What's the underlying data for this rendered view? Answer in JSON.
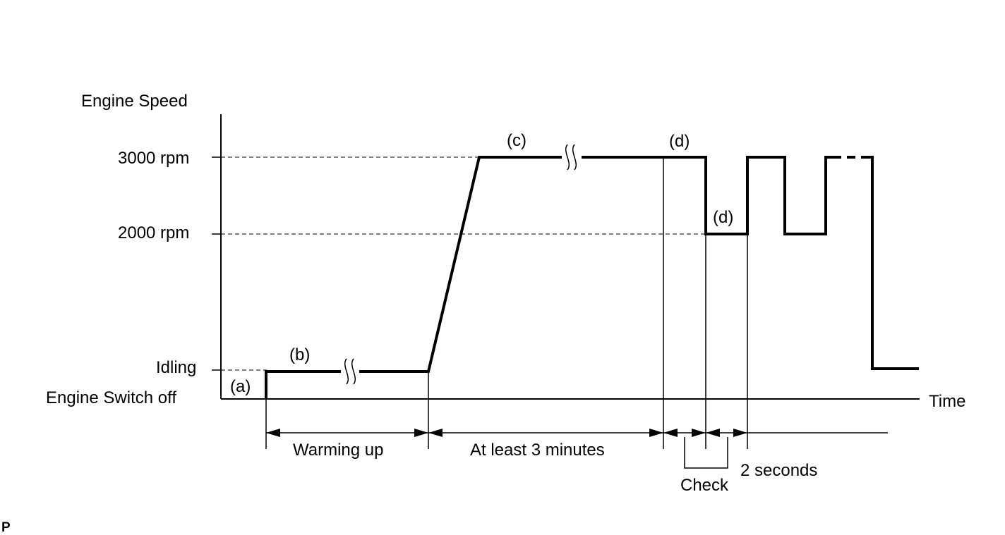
{
  "y_axis": {
    "title": "Engine Speed",
    "levels": {
      "rpm3000": "3000 rpm",
      "rpm2000": "2000 rpm",
      "idling": "Idling",
      "off": "Engine Switch off"
    }
  },
  "x_axis": {
    "title": "Time"
  },
  "steps": {
    "a": "(a)",
    "b": "(b)",
    "c": "(c)",
    "d1": "(d)",
    "d2": "(d)"
  },
  "durations": {
    "warming_up": "Warming up",
    "at_least": "At least 3 minutes",
    "check": "Check",
    "two_seconds": "2 seconds"
  },
  "corner_mark": "P"
}
